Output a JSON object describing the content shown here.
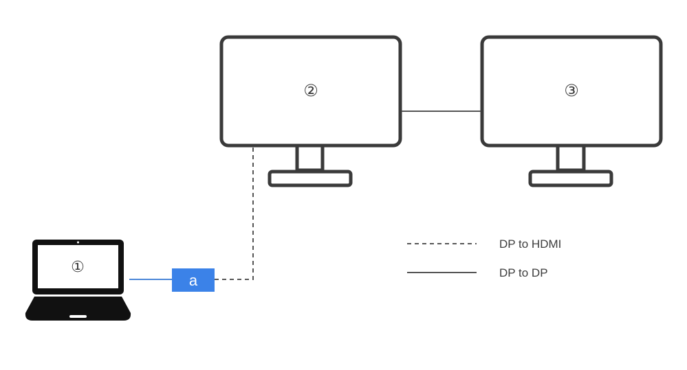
{
  "laptop": {
    "label": "①"
  },
  "monitor_2": {
    "label": "②"
  },
  "monitor_3": {
    "label": "③"
  },
  "adapter": {
    "label": "a",
    "color": "#3b82e8"
  },
  "legend": {
    "dashed_label": "DP to HDMI",
    "solid_label": "DP to DP"
  },
  "colors": {
    "outline": "#3a3a3a",
    "laptop_fill": "#111111",
    "cable_blue": "#4a86d8",
    "cable_gray": "#555555"
  }
}
